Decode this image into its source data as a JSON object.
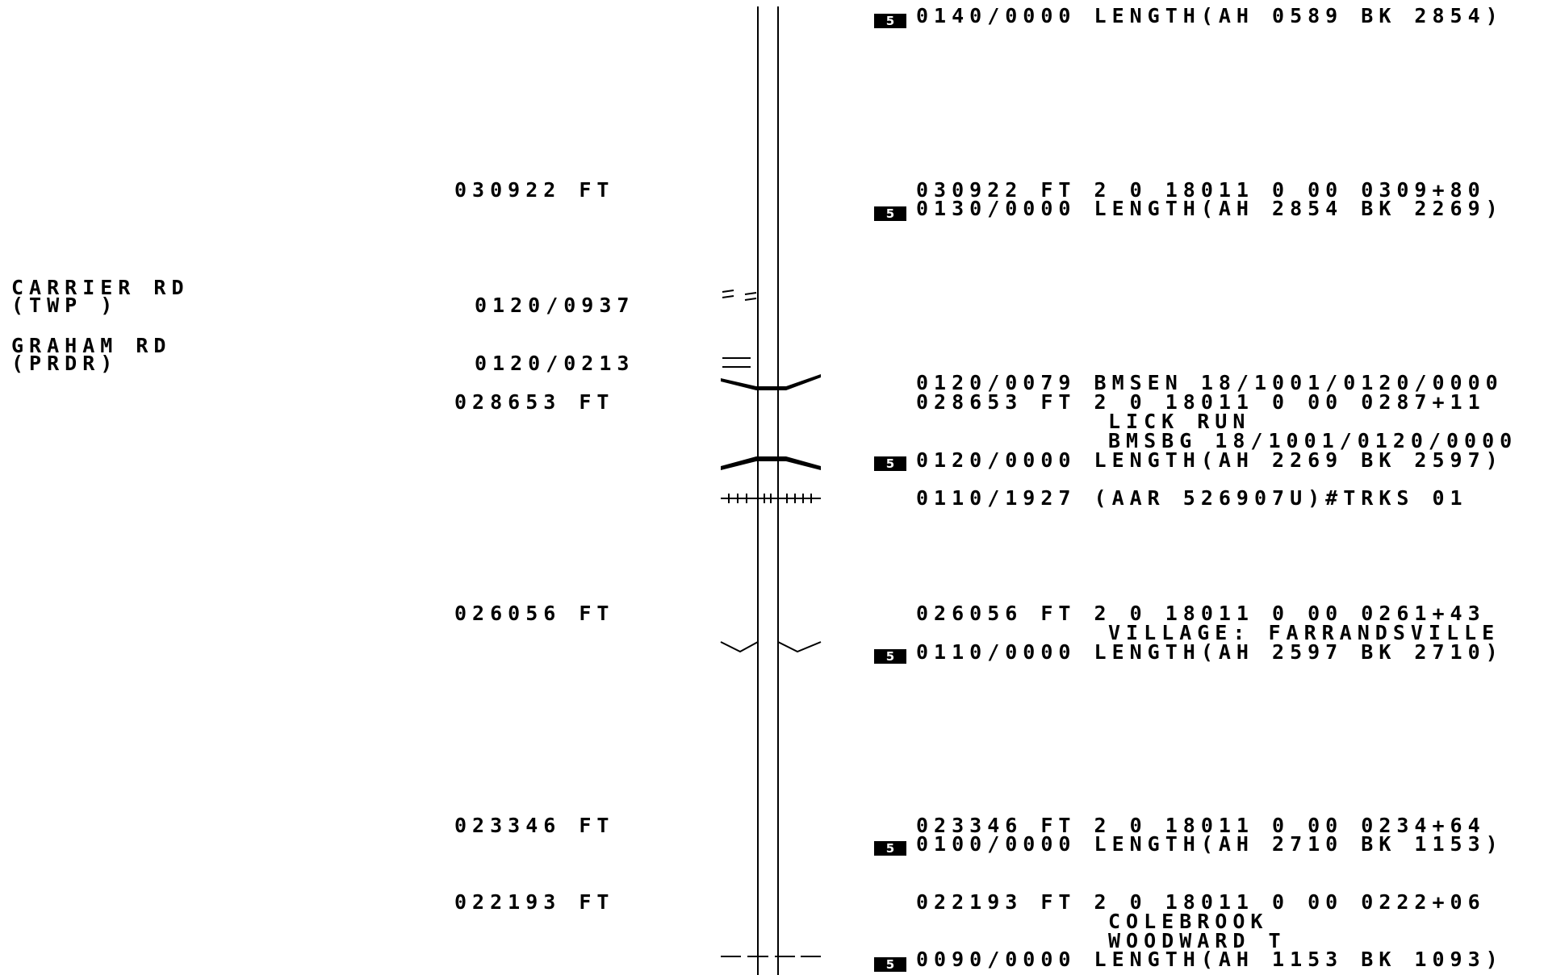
{
  "segment_icon": "segment-marker-icon",
  "left_labels": [
    {
      "line1": "CARRIER RD",
      "line2": "(TWP )"
    },
    {
      "line1": "GRAHAM RD",
      "line2": "(PRDR)"
    }
  ],
  "left_distances": [
    "030922 FT",
    "028653 FT",
    "026056 FT",
    "023346 FT",
    "022193 FT"
  ],
  "left_offsets": [
    "0120/0937",
    "0120/0213"
  ],
  "right_entries": [
    {
      "text": "0140/0000 LENGTH(AH 0589 BK 2854)",
      "icon": true
    },
    {
      "text": "030922 FT 2 0 18011 0 00 0309+80",
      "icon": false
    },
    {
      "text": "0130/0000 LENGTH(AH 2854 BK 2269)",
      "icon": true
    },
    {
      "text": "0120/0079 BMSEN 18/1001/0120/0000",
      "icon": false
    },
    {
      "text": "028653 FT 2 0 18011 0 00 0287+11",
      "icon": false
    },
    {
      "text": "LICK RUN",
      "icon": false
    },
    {
      "text": "BMSBG 18/1001/0120/0000",
      "icon": false
    },
    {
      "text": "0120/0000 LENGTH(AH 2269 BK 2597)",
      "icon": true
    },
    {
      "text": "0110/1927 (AAR 526907U)#TRKS 01",
      "icon": false
    },
    {
      "text": "026056 FT 2 0 18011 0 00 0261+43",
      "icon": false
    },
    {
      "text": "VILLAGE: FARRANDSVILLE",
      "icon": false
    },
    {
      "text": "0110/0000 LENGTH(AH 2597 BK 2710)",
      "icon": true
    },
    {
      "text": "023346 FT 2 0 18011 0 00 0234+64",
      "icon": false
    },
    {
      "text": "0100/0000 LENGTH(AH 2710 BK 1153)",
      "icon": true
    },
    {
      "text": "022193 FT 2 0 18011 0 00 0222+06",
      "icon": false
    },
    {
      "text": "COLEBROOK",
      "icon": false
    },
    {
      "text": "WOODWARD T",
      "icon": false
    },
    {
      "text": "0090/0000 LENGTH(AH 1153 BK 1093)",
      "icon": true
    }
  ]
}
